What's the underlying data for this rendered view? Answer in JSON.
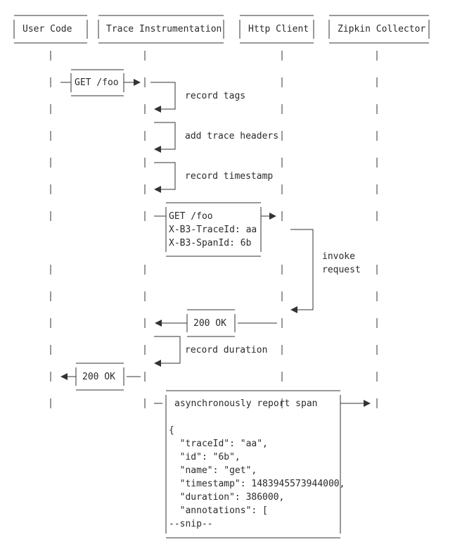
{
  "participants": {
    "user_code": "User Code",
    "trace_instrumentation": "Trace Instrumentation",
    "http_client": "Http Client",
    "zipkin_collector": "Zipkin Collector"
  },
  "messages": {
    "get_foo": "GET /foo",
    "record_tags": "record tags",
    "add_trace_headers": "add trace headers",
    "record_timestamp": "record timestamp",
    "request_lines": [
      "GET /foo",
      "X-B3-TraceId: aa",
      "X-B3-SpanId: 6b"
    ],
    "invoke_request": [
      "invoke",
      "request"
    ],
    "ok_response": "200 OK",
    "record_duration": "record duration",
    "ok_to_user": "200 OK",
    "async_report": "asynchronously report span",
    "span_json": [
      "{",
      "  \"traceId\": \"aa\",",
      "  \"id\": \"6b\",",
      "  \"name\": \"get\",",
      "  \"timestamp\": 1483945573944000,",
      "  \"duration\": 386000,",
      "  \"annotations\": [",
      "--snip--"
    ]
  }
}
